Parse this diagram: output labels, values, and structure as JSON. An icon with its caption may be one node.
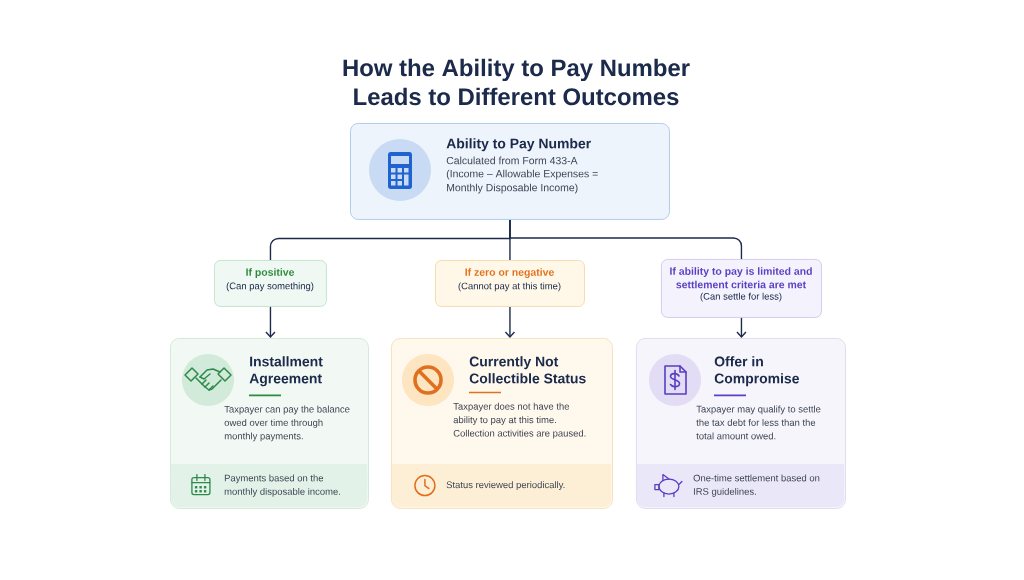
{
  "diagram": {
    "title": "How the Ability to Pay Number Leads to Different Outcomes",
    "nodes": [
      {
        "text": [
          "Ability to Pay Number",
          "Calculated from Form 433-A",
          "(Income – Allowable Expenses = Monthly Disposable Income)"
        ]
      },
      {
        "text": [
          "If positive",
          "(Can pay something)"
        ]
      },
      {
        "text": [
          "If zero or negative",
          "(Cannot pay at this time)"
        ]
      },
      {
        "text": [
          "If ability to pay is limited and settlement criteria are met",
          "(Can settle for less)"
        ]
      },
      {
        "text": [
          "Installment Agreement",
          "Taxpayer can pay the balance owed over time through monthly payments."
        ]
      },
      {
        "text": [
          "Payments based on the monthly disposable income."
        ],
        "in": 4
      },
      {
        "text": [
          "Currently Not Collectible Status",
          "Taxpayer does not have the ability to pay at this time. Collection activities are paused."
        ]
      },
      {
        "text": [
          "Status reviewed periodically."
        ],
        "in": 6
      },
      {
        "text": [
          "Offer in Compromise",
          "Taxpayer may qualify to settle the tax debt for less than the total amount owed."
        ]
      },
      {
        "text": [
          "One-time settlement based on IRS guidelines."
        ],
        "in": 8
      }
    ],
    "edges": [
      {
        "from": 0,
        "to": 1,
        "arrow": "none"
      },
      {
        "from": 0,
        "to": 2,
        "arrow": "none"
      },
      {
        "from": 0,
        "to": 3,
        "arrow": "none"
      },
      {
        "from": 1,
        "to": 4,
        "arrow": "to"
      },
      {
        "from": 2,
        "to": 6,
        "arrow": "to"
      },
      {
        "from": 3,
        "to": 8,
        "arrow": "to"
      }
    ]
  }
}
